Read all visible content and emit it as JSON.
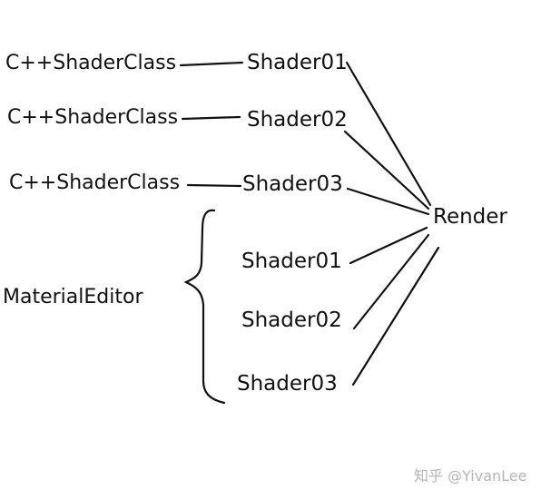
{
  "nodes": {
    "cpp_class_1": "C++ShaderClass",
    "cpp_class_2": "C++ShaderClass",
    "cpp_class_3": "C++ShaderClass",
    "shader_01_top": "Shader01",
    "shader_02_top": "Shader02",
    "shader_03_top": "Shader03",
    "render": "Render",
    "material_editor": "MaterialEditor",
    "shader_01_bottom": "Shader01",
    "shader_02_bottom": "Shader02",
    "shader_03_bottom": "Shader03"
  },
  "watermark": "知乎 @YivanLee"
}
